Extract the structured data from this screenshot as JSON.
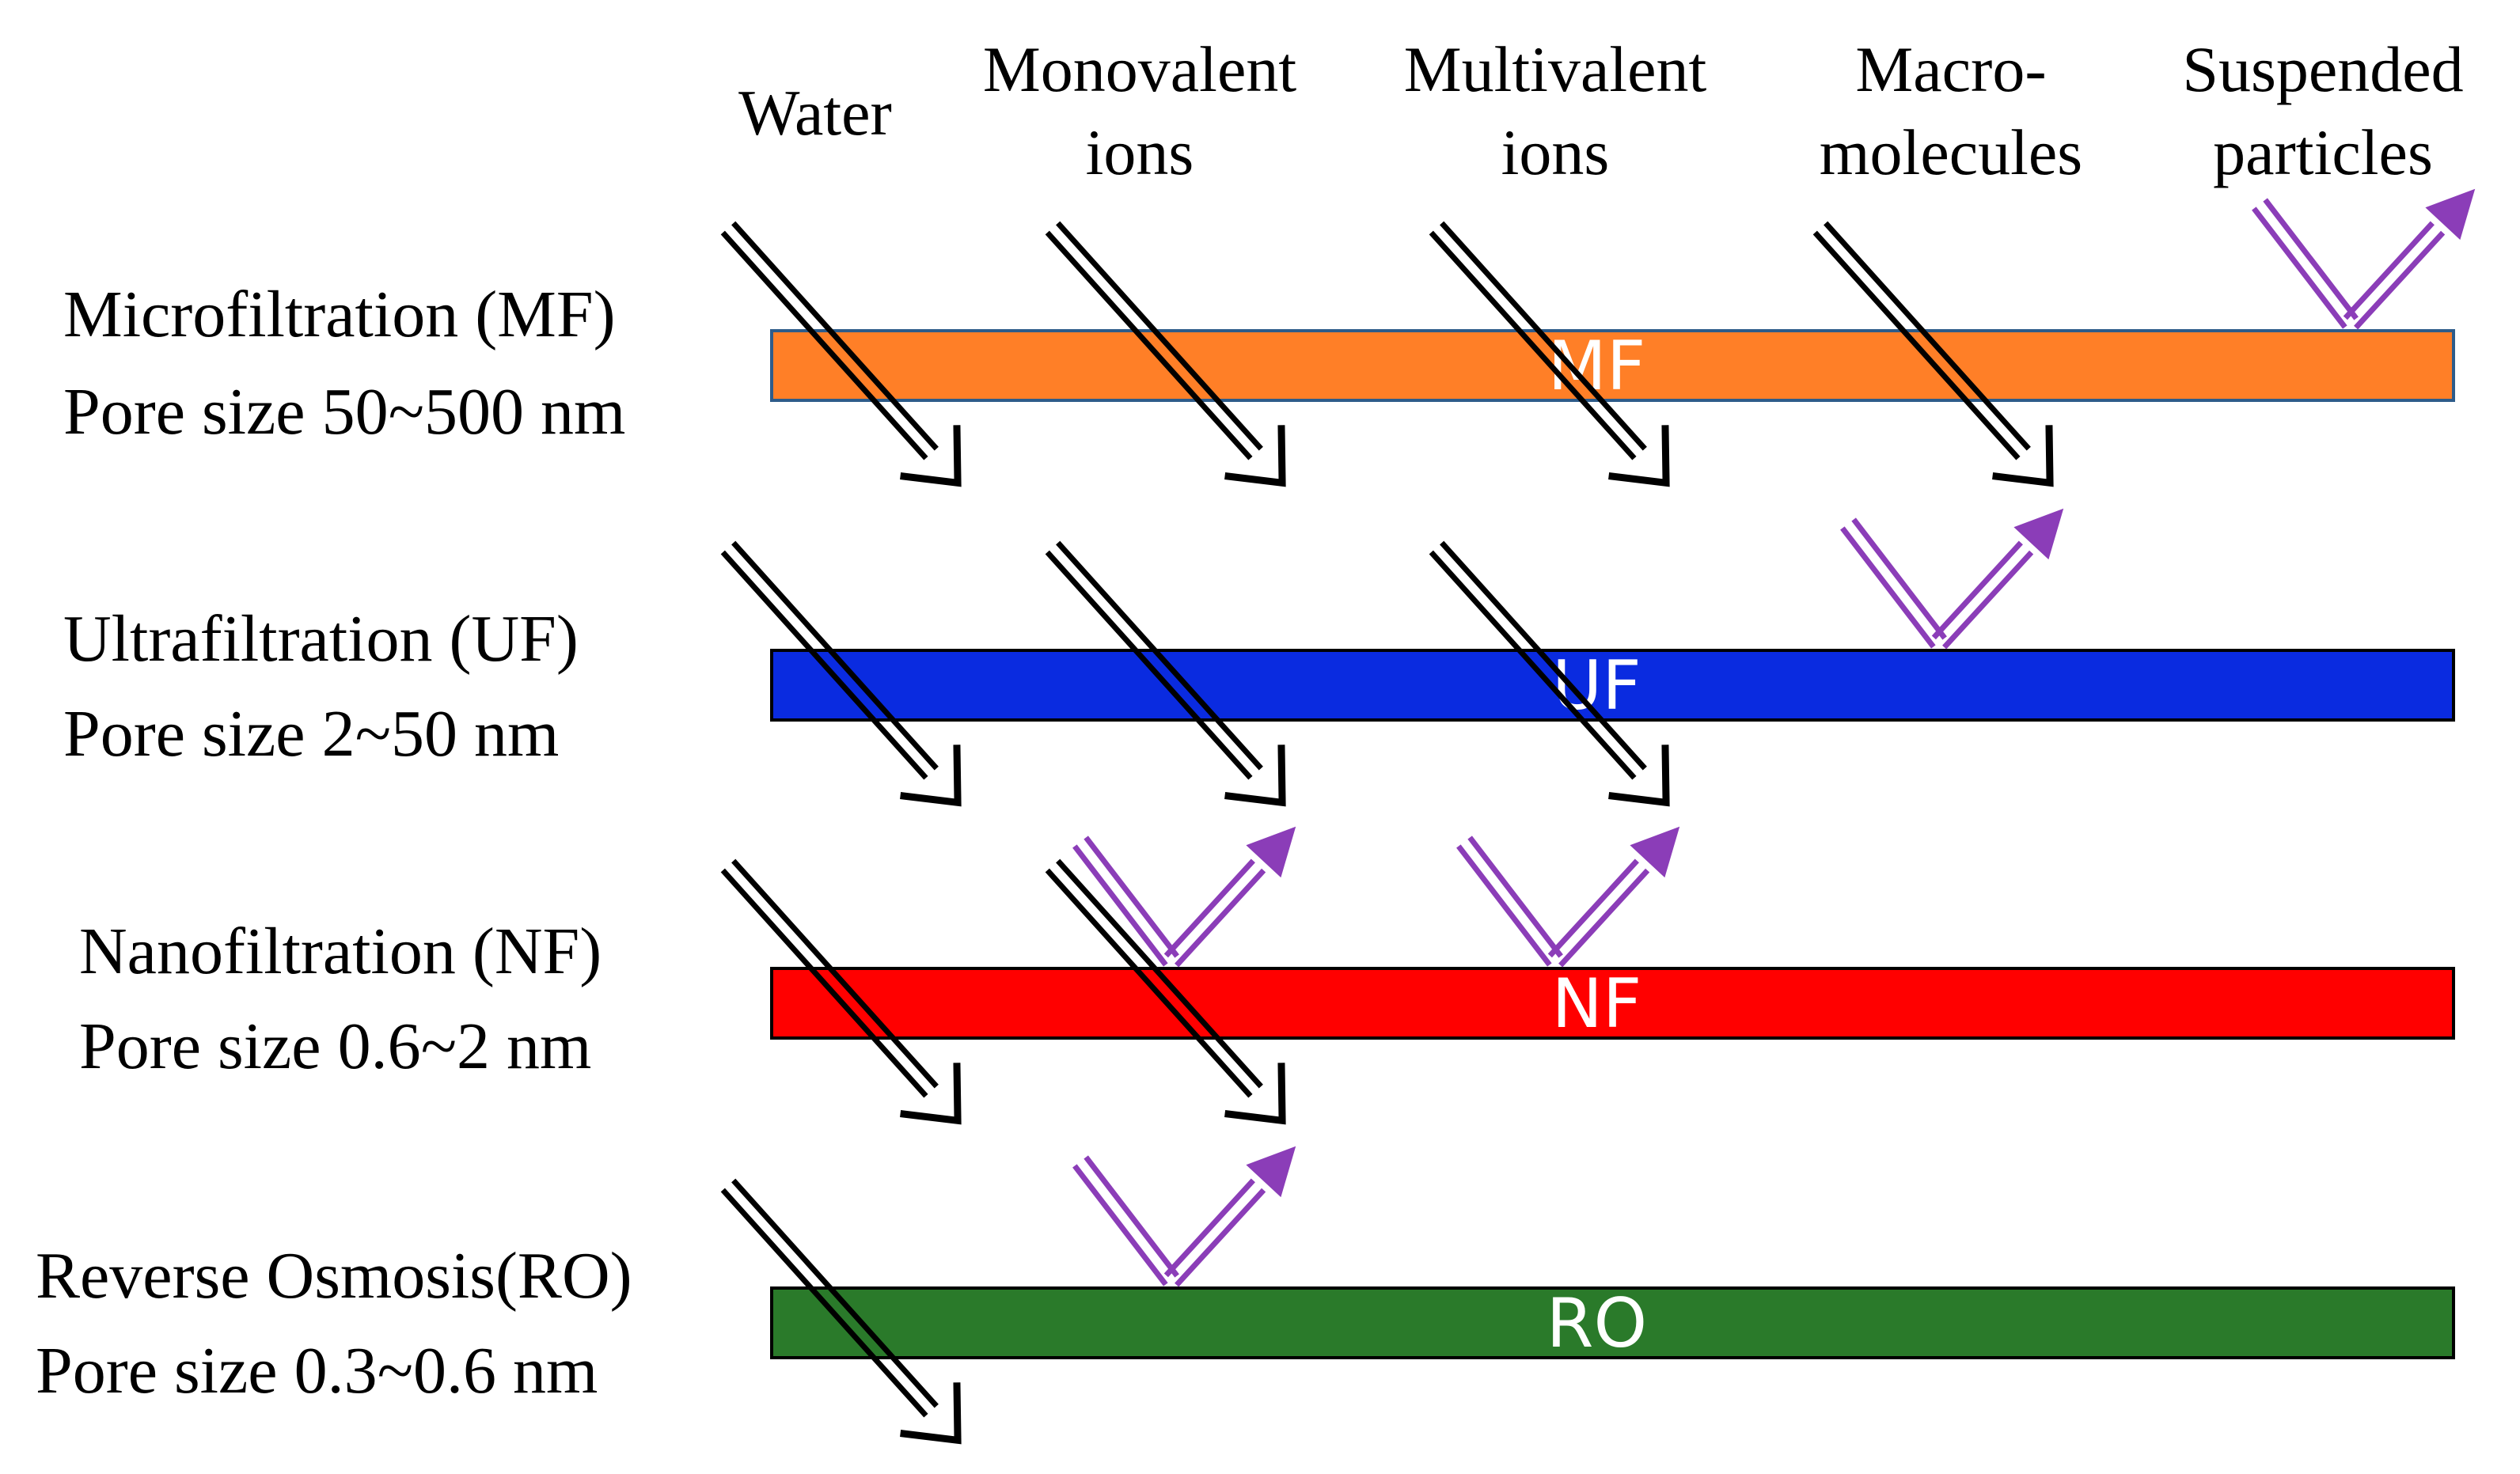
{
  "columns": [
    {
      "key": "water",
      "lines": [
        "Water"
      ]
    },
    {
      "key": "monovalent",
      "lines": [
        "Monovalent",
        "ions"
      ]
    },
    {
      "key": "multivalent",
      "lines": [
        "Multivalent",
        "ions"
      ]
    },
    {
      "key": "macro",
      "lines": [
        "Macro-",
        "molecules"
      ]
    },
    {
      "key": "suspended",
      "lines": [
        "Suspended",
        "particles"
      ]
    }
  ],
  "processes": [
    {
      "name": "Microfiltration (MF)",
      "pore": "Pore size 50~500 nm",
      "band_label": "MF",
      "color": "#FF7F27",
      "border": "#2E5C8A",
      "passes": [
        "water",
        "monovalent",
        "multivalent",
        "macro"
      ],
      "rejects": [
        "suspended"
      ]
    },
    {
      "name": "Ultrafiltration (UF)",
      "pore": "Pore size 2~50 nm",
      "band_label": "UF",
      "color": "#0A2BE0",
      "border": "#000000",
      "passes": [
        "water",
        "monovalent",
        "multivalent"
      ],
      "rejects": [
        "macro"
      ]
    },
    {
      "name": "Nanofiltration (NF)",
      "pore": "Pore size 0.6~2 nm",
      "band_label": "NF",
      "color": "#FF0000",
      "border": "#000000",
      "passes": [
        "water",
        "monovalent"
      ],
      "rejects": [
        "monovalent",
        "multivalent"
      ]
    },
    {
      "name": "Reverse Osmosis(RO)",
      "pore": "Pore size 0.3~0.6 nm",
      "band_label": "RO",
      "color": "#2A7A2A",
      "border": "#000000",
      "passes": [
        "water"
      ],
      "rejects": [
        "monovalent"
      ]
    }
  ],
  "colors": {
    "pass_arrow": "#000000",
    "reject_arrow": "#8B3DB8"
  }
}
